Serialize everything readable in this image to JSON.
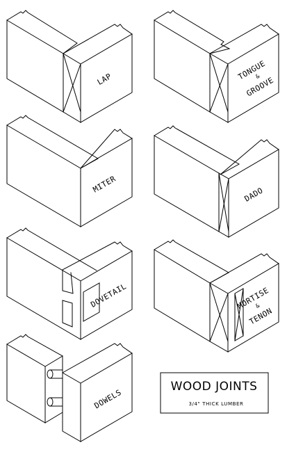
{
  "title": "WOOD JOINTS",
  "subtitle": "3/4\" THICK LUMBER",
  "joints": {
    "lap": "LAP",
    "tongue_groove": {
      "line1": "TONGUE",
      "amp": "&",
      "line2": "GROOVE"
    },
    "miter": "MITER",
    "dado": "DADO",
    "dovetail": "DOVETAIL",
    "mortise_tenon": {
      "line1": "MORTISE",
      "amp": "&",
      "line2": "TENON"
    },
    "dowels": "DOWELS"
  }
}
